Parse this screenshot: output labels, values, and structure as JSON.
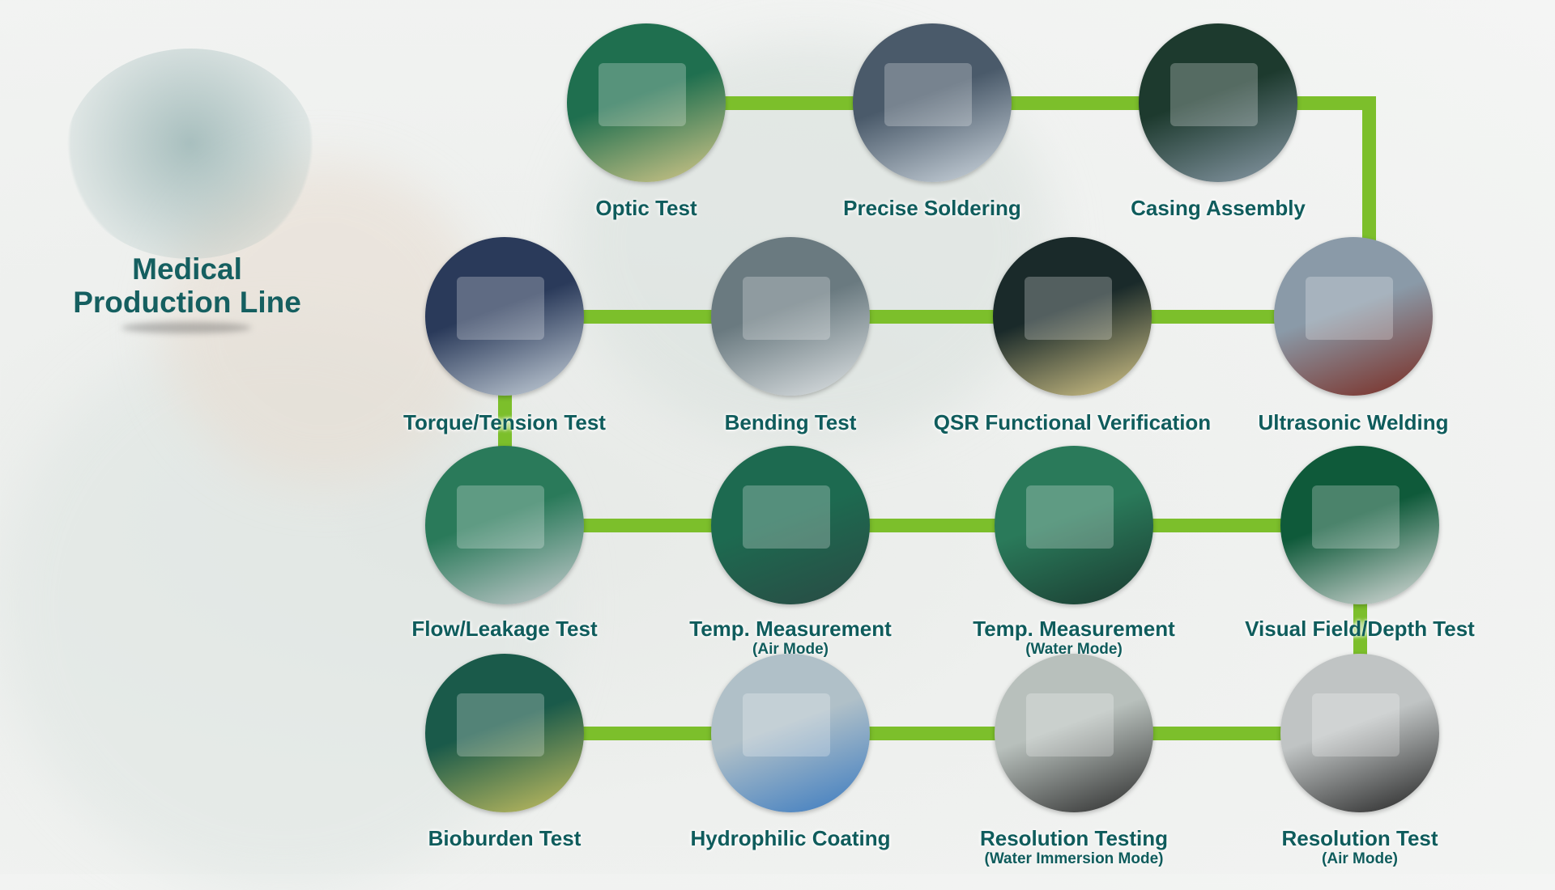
{
  "title": {
    "line1": "Medical",
    "line2": "Production Line"
  },
  "colors": {
    "connector": "#7cbf2b",
    "label": "#0f5c5c"
  },
  "steps": [
    {
      "label": "Optic Test"
    },
    {
      "label": "Precise Soldering"
    },
    {
      "label": "Casing Assembly"
    },
    {
      "label": "Torque/Tension Test"
    },
    {
      "label": "Bending Test"
    },
    {
      "label": "QSR Functional Verification"
    },
    {
      "label": "Ultrasonic Welding"
    },
    {
      "label": "Flow/Leakage Test"
    },
    {
      "label": "Temp. Measurement",
      "sub": "(Air Mode)"
    },
    {
      "label": "Temp. Measurement",
      "sub": "(Water Mode)"
    },
    {
      "label": "Visual Field/Depth Test"
    },
    {
      "label": "Bioburden Test"
    },
    {
      "label": "Hydrophilic Coating"
    },
    {
      "label": "Resolution Testing",
      "sub": "(Water Immersion Mode)"
    },
    {
      "label": "Resolution Test",
      "sub": "(Air Mode)"
    }
  ]
}
